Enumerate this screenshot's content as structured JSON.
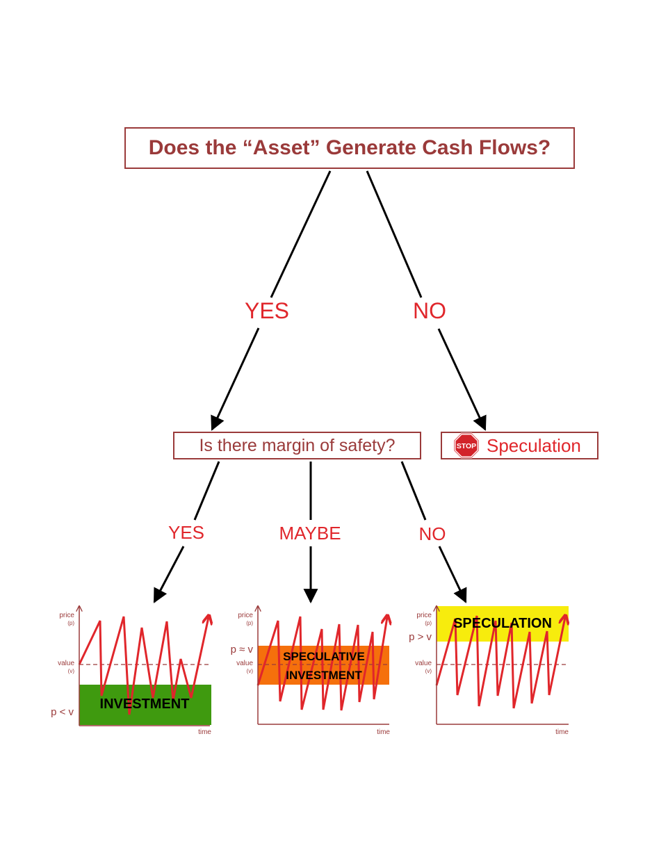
{
  "question": "Does the “Asset” Generate Cash Flows?",
  "yes_1": "YES",
  "no_1": "NO",
  "margin_question": "Is there margin of safety?",
  "stop_label": "STOP",
  "speculation_outcome": "Speculation",
  "yes_2": "YES",
  "maybe_2": "MAYBE",
  "no_2": "NO",
  "colors": {
    "label": "#e0262b",
    "box": "#9a3a3a",
    "axis": "#9a3a3a",
    "investment": "#3f9a0f",
    "speculative_investment": "#f5700c",
    "speculation": "#f7ec0d"
  },
  "panels": [
    {
      "id": "investment",
      "price_label": "price",
      "price_sub": "(p)",
      "value_label": "value",
      "value_sub": "(v)",
      "time_label": "time",
      "relation": "p < v",
      "band_label": [
        "INVESTMENT"
      ],
      "band": "below"
    },
    {
      "id": "speculative",
      "price_label": "price",
      "price_sub": "(p)",
      "value_label": "value",
      "value_sub": "(v)",
      "time_label": "time",
      "relation": "p ≈ v",
      "band_label": [
        "SPECULATIVE",
        "INVESTMENT"
      ],
      "band": "around"
    },
    {
      "id": "speculation",
      "price_label": "price",
      "price_sub": "(p)",
      "value_label": "value",
      "value_sub": "(v)",
      "time_label": "time",
      "relation": "p > v",
      "band_label": [
        "SPECULATION"
      ],
      "band": "above"
    }
  ]
}
